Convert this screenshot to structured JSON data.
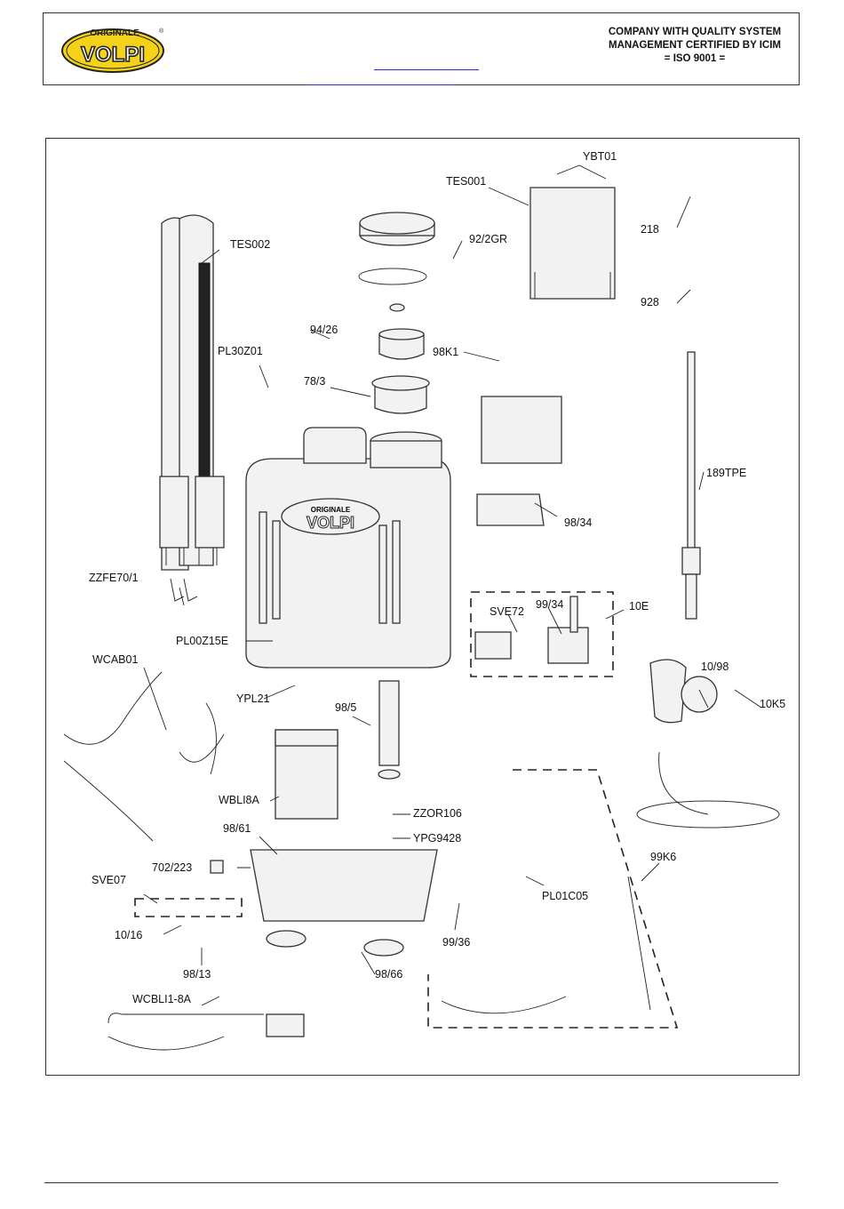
{
  "header": {
    "brand_logo": {
      "top_text": "ORIGINALE",
      "main_text": "VOLPI",
      "registered": "®"
    },
    "certification": {
      "line1": "COMPANY WITH QUALITY SYSTEM",
      "line2": "MANAGEMENT CERTIFIED BY ICIM",
      "line3": "= ISO 9001 ="
    }
  },
  "diagram": {
    "tank_logo": {
      "top_text": "ORIGINALE",
      "main_text": "VOLPI"
    },
    "part_labels": [
      "YBT01",
      "TES001",
      "TES002",
      "92/2GR",
      "218",
      "928",
      "94/26",
      "98K1",
      "PL30Z01",
      "78/3",
      "189TPE",
      "98/34",
      "ZZFE70/1",
      "99/34",
      "10E",
      "SVE72",
      "PL00Z15E",
      "WCAB01",
      "10/98",
      "YPL21",
      "98/5",
      "10K5",
      "WBLI8A",
      "ZZOR106",
      "YPG9428",
      "98/61",
      "99K6",
      "702/223",
      "SVE07",
      "PL01C05",
      "10/16",
      "99/36",
      "98/13",
      "98/66",
      "WCBLI1-8A"
    ]
  }
}
